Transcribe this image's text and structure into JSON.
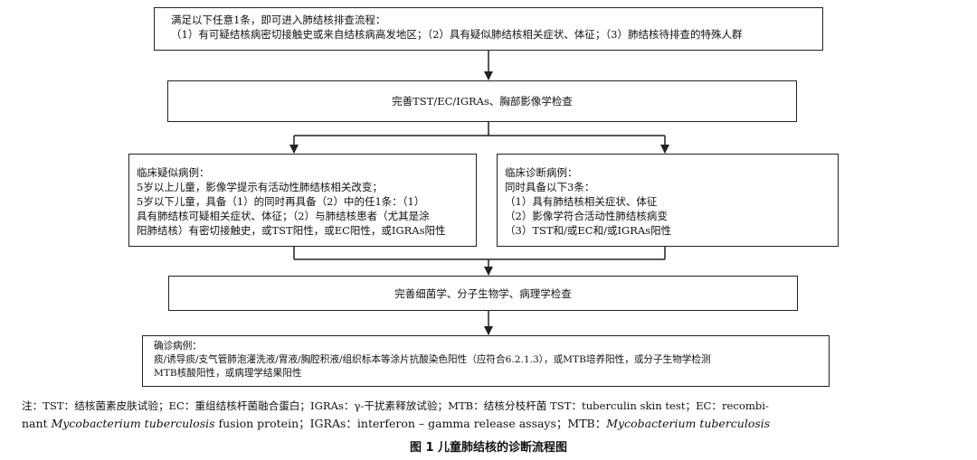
{
  "entry": {
    "line1": "满足以下任意1条，即可进入肺结核排查流程：",
    "line2": "（1）有可疑结核病密切接触史或来自结核病高发地区；（2）具有疑似肺结核相关症状、体征；（3）肺结核待排查的特殊人群"
  },
  "step_tests": "完善TST/EC/IGRAs、胸部影像学检查",
  "suspected": {
    "title": "临床疑似病例：",
    "lines": [
      "5岁以上儿童，影像学提示有活动性肺结核相关改变；",
      "5岁以下儿童，具备（1）的同时再具备（2）中的任1条：（1）",
      "具有肺结核可疑相关症状、体征；（2）与肺结核患者（尤其是涂",
      "阳肺结核）有密切接触史，或TST阳性，或EC阳性，或IGRAs阳性"
    ]
  },
  "clinical": {
    "title": "临床诊断病例：",
    "lines": [
      "同时具备以下3条：",
      "（1）具有肺结核相关症状、体征",
      "（2）影像学符合活动性肺结核病变",
      "（3）TST和/或EC和/或IGRAs阳性"
    ]
  },
  "step_lab": "完善细菌学、分子生物学、病理学检查",
  "confirmed": {
    "title": "确诊病例：",
    "line1": "痰/诱导痰/支气管肺泡灌洗液/胃液/胸腔积液/组织标本等涂片抗酸染色阳性（应符合6.2.1.3），或MTB培养阳性，或分子生物学检测",
    "line2": "MTB核酸阳性，或病理学结果阳性"
  },
  "note": {
    "line1_a": "注：TST：结核菌素皮肤试验；EC：重组结核杆菌融合蛋白；IGRAs：γ-干扰素释放试验；MTB：结核分枝杆菌   TST：tuberculin skin test；EC：recombi-",
    "line2_a": "nant ",
    "line2_b": "Mycobacterium tuberculosis",
    "line2_c": " fusion protein；IGRAs：interferon – gamma release assays；MTB：",
    "line2_d": "Mycobacterium tuberculosis"
  },
  "caption": "图 1    儿童肺结核的诊断流程图"
}
